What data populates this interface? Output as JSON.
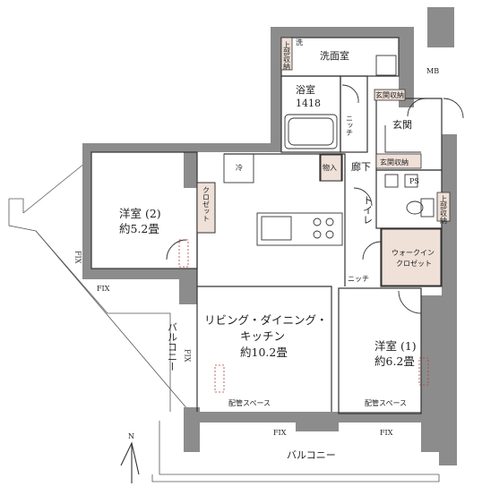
{
  "rooms": {
    "washroom": "洗面室",
    "bathroom": "浴室",
    "bathroom_size": "1418",
    "entrance": "玄関",
    "entrance_storage_top": "玄関収納",
    "entrance_storage": "玄関収納",
    "corridor": "廊下",
    "storage": "物入",
    "toilet": "トイレ",
    "ps": "PS",
    "mb": "MB",
    "upper_storage_1": "上部収納",
    "upper_storage_2": "上部収納",
    "washer": "洗",
    "fridge": "冷",
    "closet": "クロゼット",
    "walkin_closet_1": "ウォークイン",
    "walkin_closet_2": "クロゼット",
    "niche_1": "ニッチ",
    "niche_2": "ニッチ",
    "western_room_2": "洋室 (2)",
    "western_room_2_size": "約5.2畳",
    "western_room_1": "洋室 (1)",
    "western_room_1_size": "約6.2畳",
    "ldk_1": "リビング・ダイニング・",
    "ldk_2": "キッチン",
    "ldk_size": "約10.2畳",
    "piping_1": "配管スペース",
    "piping_2": "配管スペース"
  },
  "fixtures": {
    "fix_top_left": "FIX",
    "fix_left_vertical": "FIX",
    "fix_ldk_vertical": "FIX",
    "fix_bottom_1": "FIX",
    "fix_bottom_2": "FIX"
  },
  "balcony": {
    "left": "バルコニー",
    "bottom": "バルコニー"
  },
  "north_arrow": {
    "letter": "N"
  },
  "colors": {
    "wall": "#8c8c8c",
    "highlight_room": "#efe0d8",
    "line": "#333333"
  }
}
